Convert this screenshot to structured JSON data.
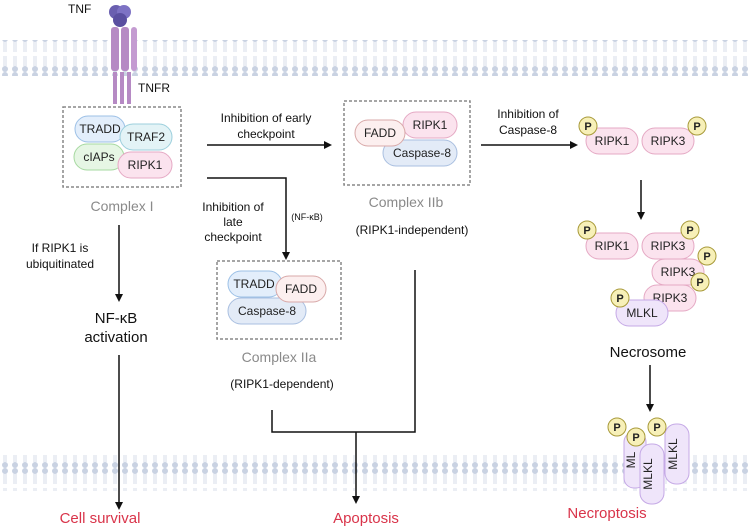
{
  "labels": {
    "tnf": "TNF",
    "tnfr": "TNFR",
    "complex_i": "Complex I",
    "complex_iib": "Complex IIb",
    "complex_iia": "Complex IIa",
    "early_line1": "Inhibition of early",
    "early_line2": "checkpoint",
    "casp_line1": "Inhibition of",
    "casp_line2": "Caspase-8",
    "late_line1": "Inhibition of",
    "late_line2": "late",
    "late_line3": "checkpoint",
    "nfkb_small": "(NF-κB)",
    "ubiq_line1": "If RIPK1 is",
    "ubiq_line2": "ubiquitinated",
    "nfkb_line1": "NF-κB",
    "nfkb_line2": "activation",
    "ripk1_independent": "(RIPK1-independent)",
    "ripk1_dependent": "(RIPK1-dependent)",
    "necrosome": "Necrosome",
    "cell_survival": "Cell survival",
    "apoptosis": "Apoptosis",
    "necroptosis": "Necroptosis"
  },
  "proteins": {
    "tradd": "TRADD",
    "traf2": "TRAF2",
    "ciaps": "cIAPs",
    "ripk1": "RIPK1",
    "ripk3": "RIPK3",
    "fadd": "FADD",
    "caspase8": "Caspase-8",
    "mlkl": "MLKL",
    "mlkl_partial": "ML",
    "p": "P"
  },
  "colors": {
    "membrane_head": "#c9d2e2",
    "membrane_tail": "#e3e8f1",
    "receptor": "#b68ac4",
    "tnf_ligand": "#6a5fb0",
    "complex_border": "#888888",
    "outcome_red": "#d9344a",
    "ripk1_fill": "#fbe3ee",
    "ripk1_stroke": "#e5a9c4",
    "tradd_fill": "#e3eefb",
    "tradd_stroke": "#9cc0e6",
    "traf2_fill": "#e3f3f6",
    "traf2_stroke": "#9ccfdc",
    "ciaps_fill": "#e6f6e4",
    "ciaps_stroke": "#a6d9a0",
    "fadd_fill": "#fcefef",
    "fadd_stroke": "#d8a8a8",
    "casp_fill": "#e3ebf7",
    "casp_stroke": "#a9bfe0",
    "mlkl_fill": "#efe5fa",
    "mlkl_stroke": "#c5a9e6",
    "phospho_fill": "#f7f0b8",
    "phospho_stroke": "#a89a3a"
  }
}
